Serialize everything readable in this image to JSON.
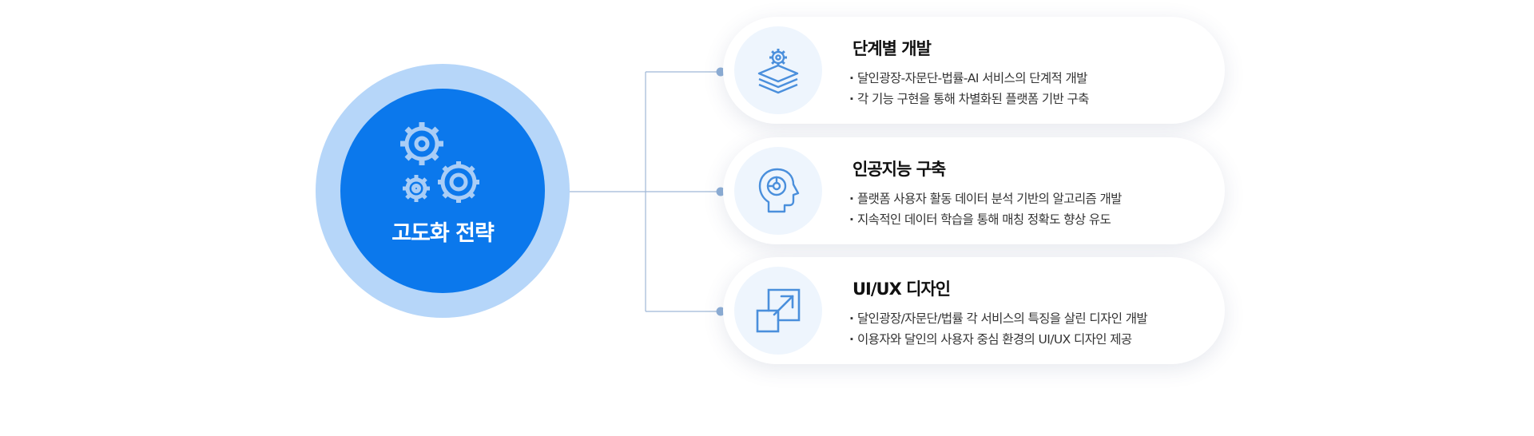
{
  "hub": {
    "title": "고도화 전략",
    "icon": "gears-icon",
    "color": "#0b78ec",
    "ring_color": "#b6d6f9"
  },
  "strategies": [
    {
      "title": "단계별 개발",
      "icon": "layered-gear-icon",
      "lines": [
        "달인광장-자문단-법률-AI 서비스의 단계적 개발",
        "각 기능 구현을 통해 차별화된 플랫폼 기반 구축"
      ]
    },
    {
      "title": "인공지능 구축",
      "icon": "ai-head-icon",
      "lines": [
        "플랫폼 사용자 활동 데이터 분석 기반의 알고리즘 개발",
        "지속적인 데이터 학습을 통해 매칭 정확도 향상 유도"
      ]
    },
    {
      "title": "UI/UX 디자인",
      "icon": "resize-arrow-icon",
      "lines": [
        "달인광장/자문단/법률 각 서비스의 특징을 살린 디자인 개발",
        "이용자와 달인의 사용자 중심 환경의 UI/UX 디자인 제공"
      ]
    }
  ],
  "colors": {
    "accent": "#0b78ec",
    "icon_stroke": "#4a8fdc",
    "connector": "#9fb8d6"
  }
}
